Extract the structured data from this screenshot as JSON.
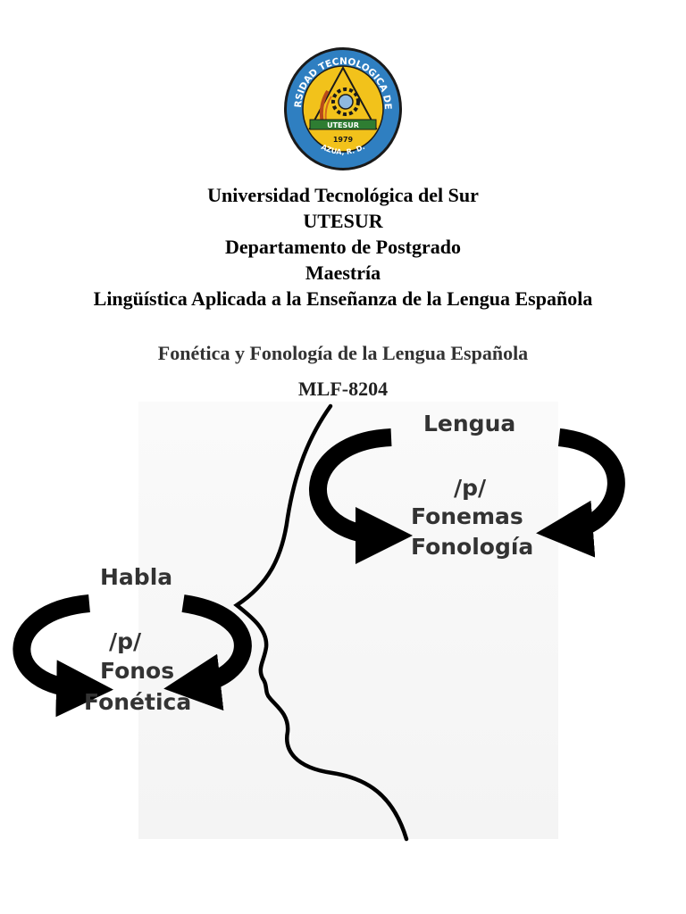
{
  "seal": {
    "ring_text": "UNIVERSIDAD TECNOLOGICA DEL SUR",
    "band_text": "UTESUR",
    "year": "1979",
    "place": "AZUA, R. D."
  },
  "header": {
    "university": "Universidad Tecnológica del Sur",
    "acronym": "UTESUR",
    "department": "Departamento de Postgrado",
    "program": "Maestría",
    "specialty": "Lingüística Aplicada a la Enseñanza de la Lengua Española"
  },
  "course": {
    "title": "Fonética y Fonología de la Lengua Española",
    "code": "MLF-8204"
  },
  "diagram": {
    "lengua": {
      "title": "Lengua",
      "symbol": "/p/",
      "unit": "Fonemas",
      "discipline": "Fonología"
    },
    "habla": {
      "title": "Habla",
      "symbol": "/p/",
      "unit": "Fonos",
      "discipline": "Fonética"
    }
  },
  "colors": {
    "seal_ring": "#2f7fc1",
    "seal_inner": "#f2c21b",
    "seal_band": "#2e7d32",
    "label_text": "#333333"
  }
}
